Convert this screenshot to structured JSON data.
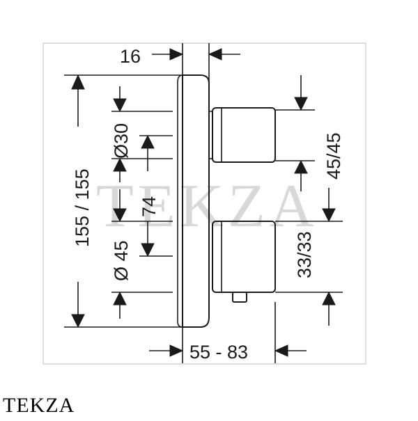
{
  "watermark": "TEKZA",
  "brand_label": "TEKZA",
  "dimensions": {
    "top_width": "16",
    "overall_height": "155 / 155",
    "upper_diameter": "Ø30",
    "center_spacing": "74",
    "lower_diameter": "Ø 45",
    "upper_offset": "45/45",
    "lower_offset": "33/33",
    "depth_range": "55 - 83"
  }
}
